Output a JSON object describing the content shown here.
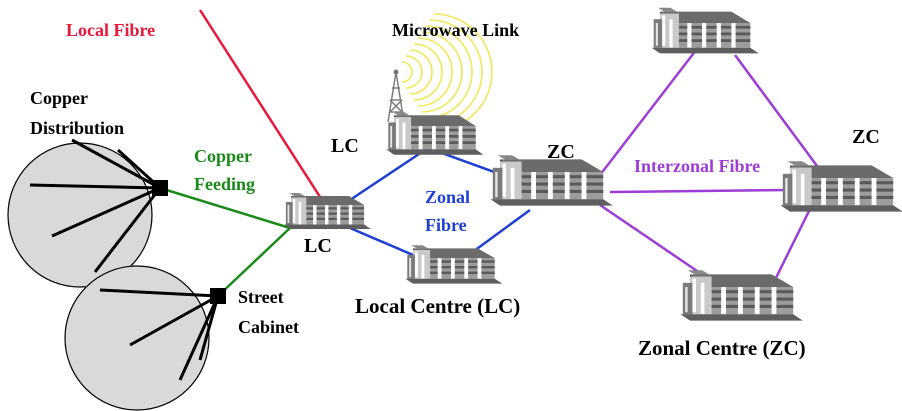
{
  "colors": {
    "local_fibre": "#e8173c",
    "copper": "#1a8a1a",
    "zonal_fibre": "#1f3fd4",
    "interzonal_fibre": "#9b3dd6",
    "text": "#000000",
    "area_fill": "#d9d9d9",
    "antenna": "#f2e65a",
    "building_roof": "#6f6f6f",
    "building_face": "#a8a8a8"
  },
  "labels": {
    "local_fibre": "Local Fibre",
    "microwave_link": "Microwave Link",
    "copper_distribution_line1": "Copper",
    "copper_distribution_line2": "Distribution",
    "copper_feeding_line1": "Copper",
    "copper_feeding_line2": "Feeding",
    "lc_top": "LC",
    "lc_left": "LC",
    "zc_center": "ZC",
    "zc_right": "ZC",
    "zonal_fibre_line1": "Zonal",
    "zonal_fibre_line2": "Fibre",
    "interzonal_fibre": "Interzonal Fibre",
    "street_cabinet_line1": "Street",
    "street_cabinet_line2": "Cabinet",
    "local_centre": "Local Centre (LC)",
    "zonal_centre": "Zonal Centre (ZC)"
  },
  "icons": {
    "building": "office-building-icon",
    "tower": "radio-tower-icon",
    "cabinet": "street-cabinet-icon"
  }
}
